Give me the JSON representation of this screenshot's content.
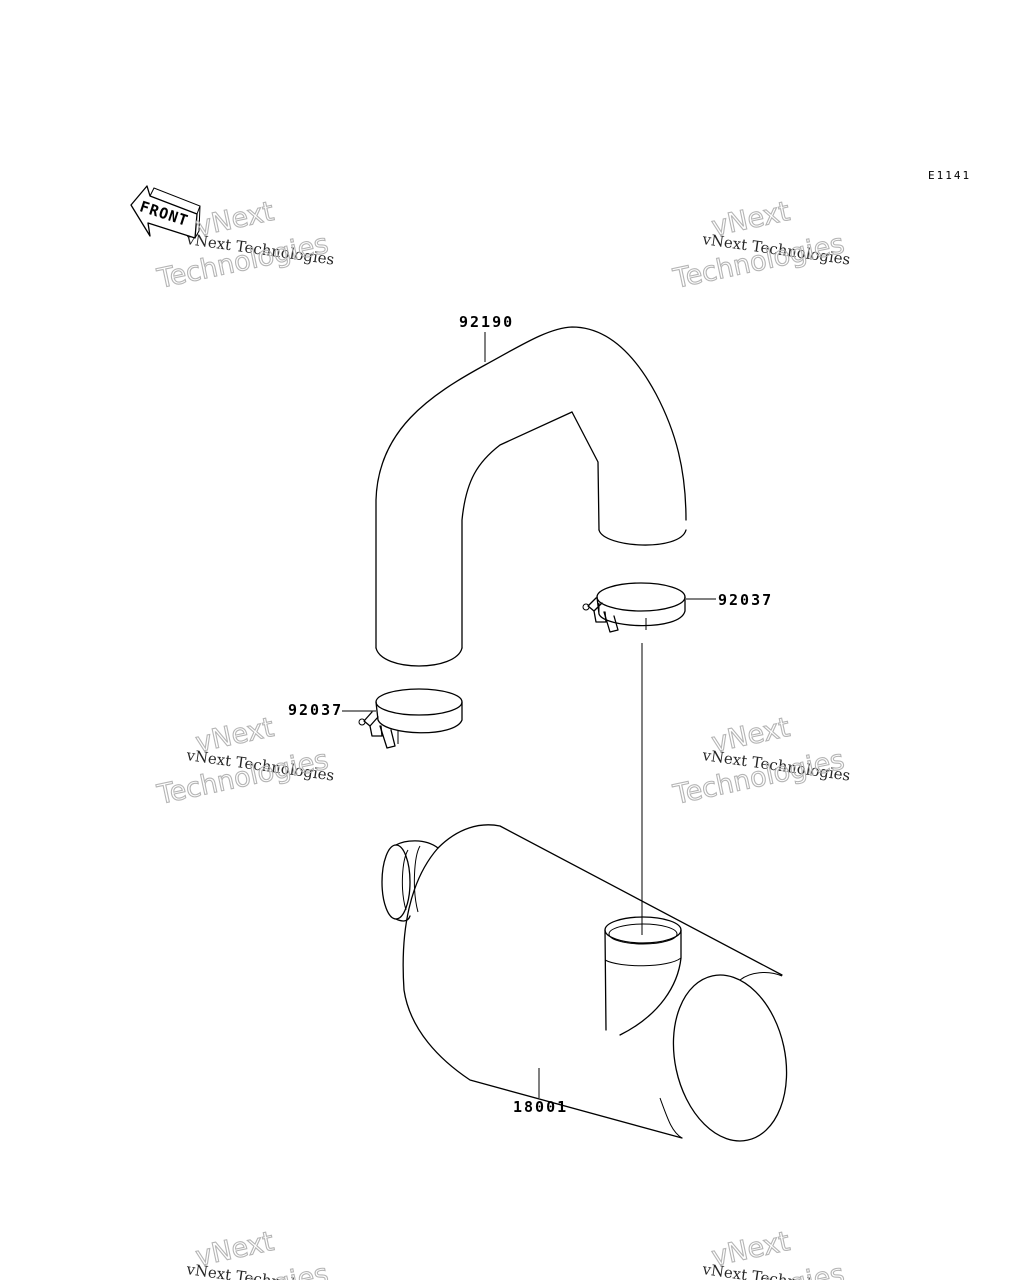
{
  "diagram_code": "E1141",
  "front_marker": {
    "label": "FRONT"
  },
  "parts": [
    {
      "part_number": "92190"
    },
    {
      "part_number": "92037"
    },
    {
      "part_number": "92037"
    },
    {
      "part_number": "18001"
    }
  ],
  "watermark": {
    "line1": "vNext Technologies",
    "line2": "vNext",
    "line3": "Technologies"
  },
  "colors": {
    "line": "#000000",
    "watermark_outline": "#b5b5b5",
    "background": "#ffffff"
  }
}
